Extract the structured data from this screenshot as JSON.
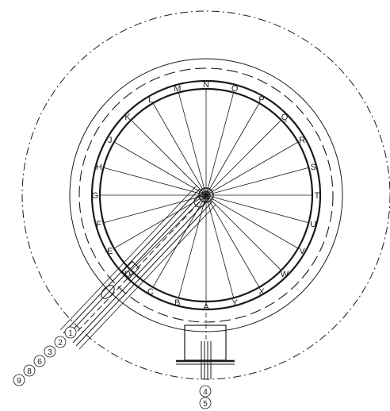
{
  "drawing": {
    "colors": {
      "line": "#1a1a1a",
      "background": "#ffffff"
    },
    "ring_labels": [
      "A",
      "B",
      "C",
      "D",
      "E",
      "F",
      "G",
      "H",
      "J",
      "K",
      "L",
      "M",
      "N",
      "O",
      "P",
      "Q",
      "R",
      "S",
      "T",
      "U",
      "V",
      "W",
      "X",
      "Y"
    ],
    "callouts": {
      "pipe_bundle": [
        "1",
        "2",
        "3",
        "6",
        "8",
        "9"
      ],
      "bottom_nozzle": [
        "4",
        "5"
      ]
    }
  }
}
